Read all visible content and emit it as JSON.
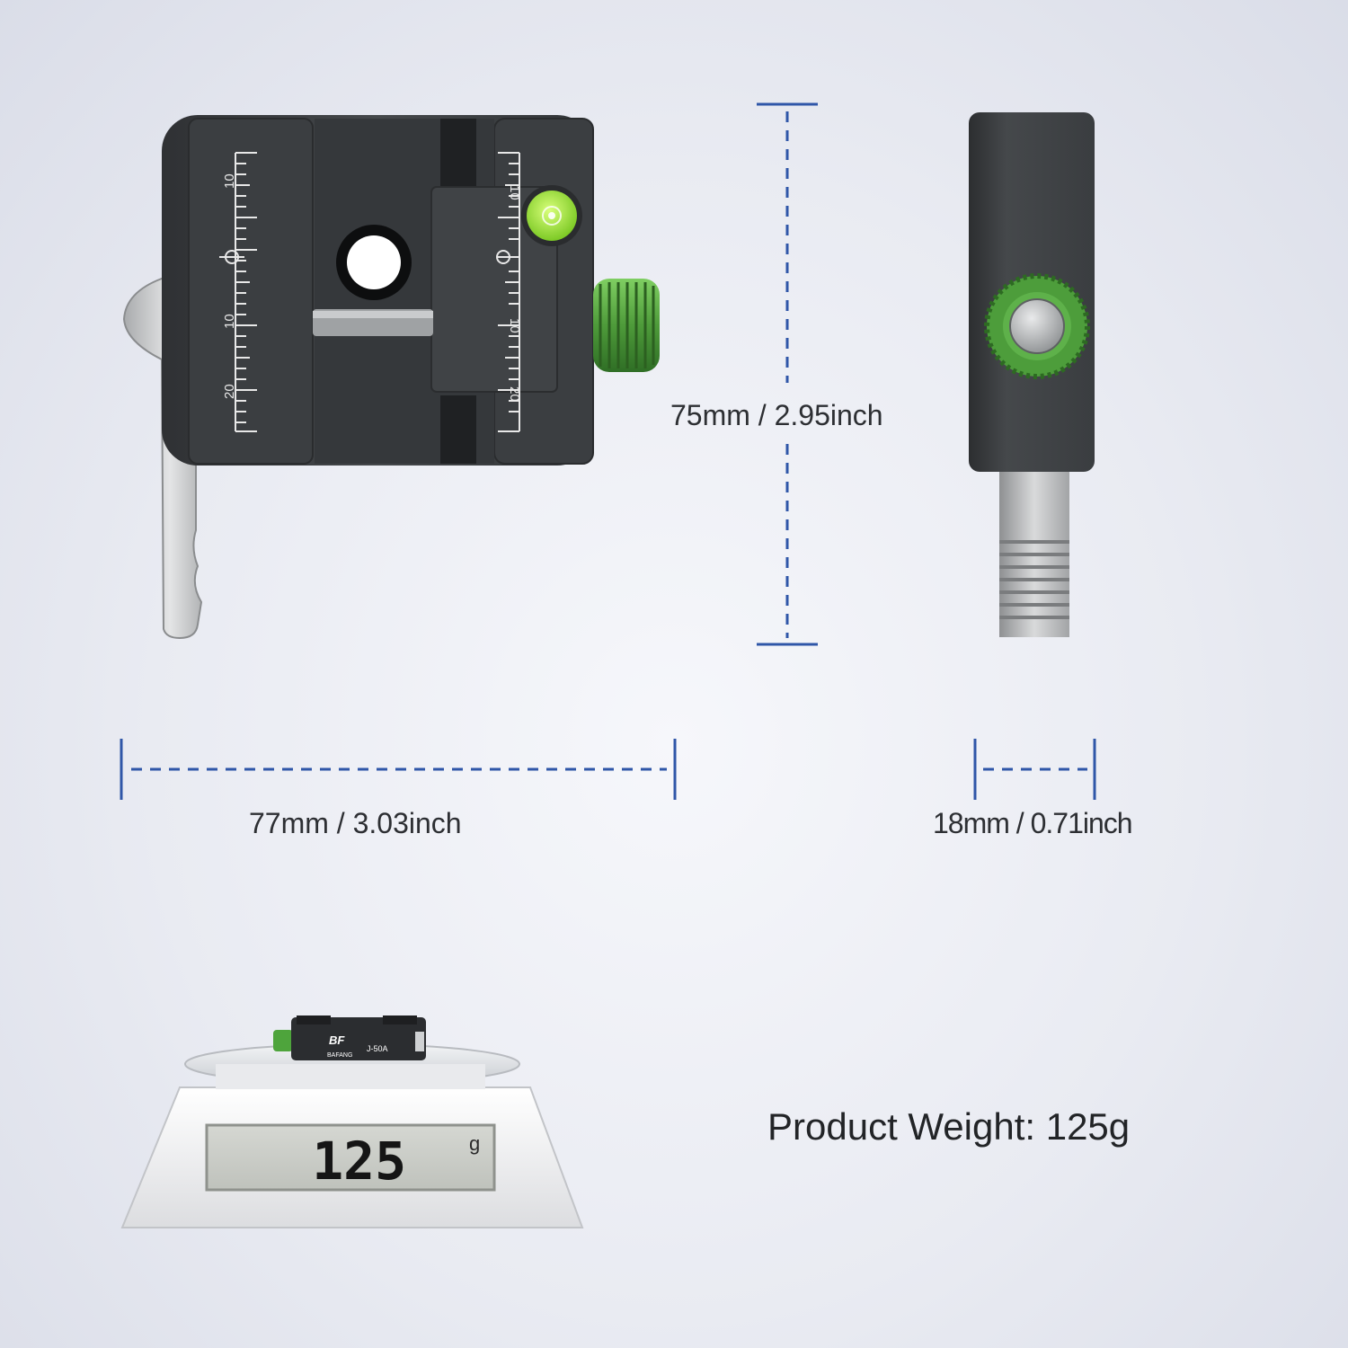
{
  "dimensions": {
    "height_label": "75mm / 2.95inch",
    "width_label": "77mm / 3.03inch",
    "depth_label": "18mm / 0.71inch"
  },
  "weight": {
    "label": "Product Weight: 125g",
    "scale_reading": "125",
    "scale_unit": "g"
  },
  "clamp_scale": {
    "left_ticks": [
      "10",
      "10",
      "20"
    ],
    "right_ticks": [
      "10",
      "10",
      "20"
    ]
  },
  "mini_clamp": {
    "brand": "BF",
    "brand_name": "BAFANG",
    "model": "J-50A"
  },
  "colors": {
    "dimension_line": "#2f56a8",
    "clamp_body": "#3f4245",
    "knob_green": "#5fb04a",
    "bubble_green": "#9be23a"
  }
}
